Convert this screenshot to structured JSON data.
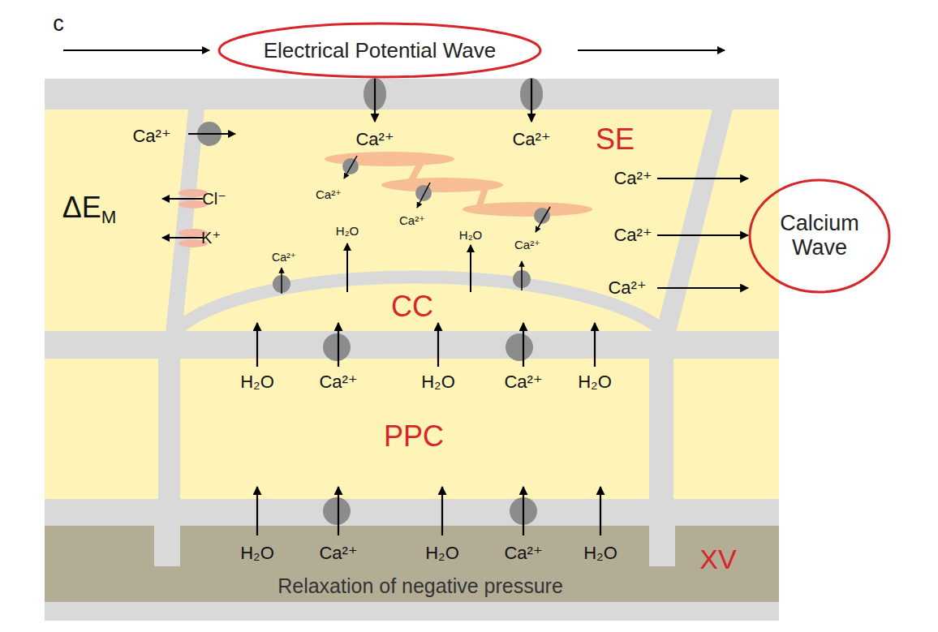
{
  "diagram": {
    "nodes": [
      {
        "text": [
          "Electrical Potential Wave"
        ]
      },
      {
        "text": [
          "SE"
        ]
      },
      {
        "text": [
          "Calcium Wave"
        ]
      },
      {
        "text": [
          "CC"
        ]
      },
      {
        "text": [
          "PPC"
        ]
      },
      {
        "text": [
          "XV",
          "Relaxation of negative pressure"
        ]
      }
    ],
    "edges": [
      {
        "from": 0,
        "to": 1,
        "arrow": "to",
        "label": "Ca²⁺"
      },
      {
        "from": 0,
        "to": 1,
        "arrow": "to",
        "label": "Ca²⁺"
      },
      {
        "from": 1,
        "to": 2,
        "arrow": "to",
        "label": "Ca²⁺"
      },
      {
        "from": 1,
        "to": 2,
        "arrow": "to",
        "label": "Ca²⁺"
      },
      {
        "from": 1,
        "to": 2,
        "arrow": "to",
        "label": "Ca²⁺"
      },
      {
        "from": 4,
        "to": 3,
        "arrow": "to",
        "label": "H₂O"
      },
      {
        "from": 4,
        "to": 3,
        "arrow": "to",
        "label": "Ca²⁺"
      },
      {
        "from": 4,
        "to": 3,
        "arrow": "to",
        "label": "H₂O"
      },
      {
        "from": 4,
        "to": 3,
        "arrow": "to",
        "label": "Ca²⁺"
      },
      {
        "from": 4,
        "to": 3,
        "arrow": "to",
        "label": "H₂O"
      },
      {
        "from": 5,
        "to": 4,
        "arrow": "to",
        "label": "H₂O"
      },
      {
        "from": 5,
        "to": 4,
        "arrow": "to",
        "label": "Ca²⁺"
      },
      {
        "from": 5,
        "to": 4,
        "arrow": "to",
        "label": "H₂O"
      },
      {
        "from": 5,
        "to": 4,
        "arrow": "to",
        "label": "Ca²⁺"
      },
      {
        "from": 5,
        "to": 4,
        "arrow": "to",
        "label": "H₂O"
      }
    ],
    "labels": [
      "c",
      "Ca²⁺",
      "Cl⁻",
      "ΔEM",
      "Ca²⁺",
      "Ca²⁺",
      "H₂O",
      "K⁺",
      "H₂O",
      "Ca²⁺",
      "Ca²⁺"
    ]
  }
}
